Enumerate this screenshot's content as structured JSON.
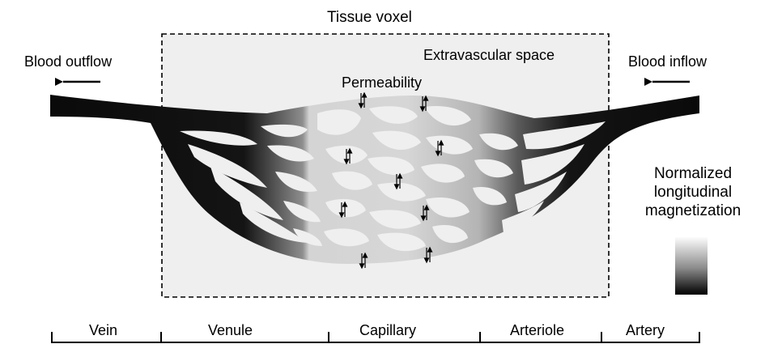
{
  "diagram": {
    "title": "Tissue voxel",
    "extravascular_label": "Extravascular space",
    "permeability_label": "Permeability",
    "outflow_label": "Blood outflow",
    "inflow_label": "Blood inflow",
    "legend": {
      "line1": "Normalized",
      "line2": "longitudinal",
      "line3": "magnetization"
    },
    "segments": [
      "Vein",
      "Venule",
      "Capillary",
      "Arteriole",
      "Artery"
    ],
    "colors": {
      "voxel_fill": "#efefef",
      "vessel_dark": "#0a0a0a",
      "capillary_light": "#d6d6d6",
      "gradient_light": "#ffffff"
    },
    "icons": [
      "left-arrow-icon",
      "exchange-arrow-icon"
    ]
  }
}
